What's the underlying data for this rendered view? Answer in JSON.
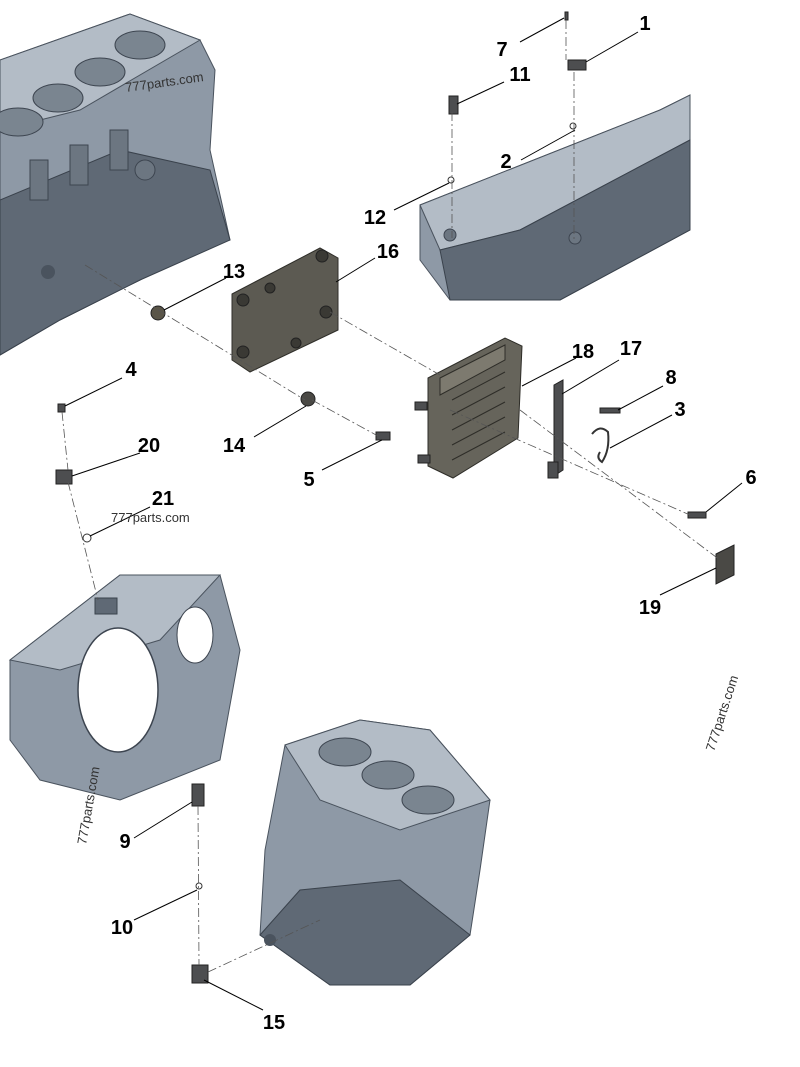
{
  "diagram": {
    "callouts": [
      "1",
      "2",
      "3",
      "4",
      "5",
      "6",
      "7",
      "8",
      "9",
      "10",
      "11",
      "12",
      "13",
      "14",
      "15",
      "16",
      "17",
      "18",
      "19",
      "20",
      "21"
    ],
    "watermarks": [
      "777parts.com",
      "777parts.com",
      "777parts.com",
      "777parts.com"
    ]
  }
}
